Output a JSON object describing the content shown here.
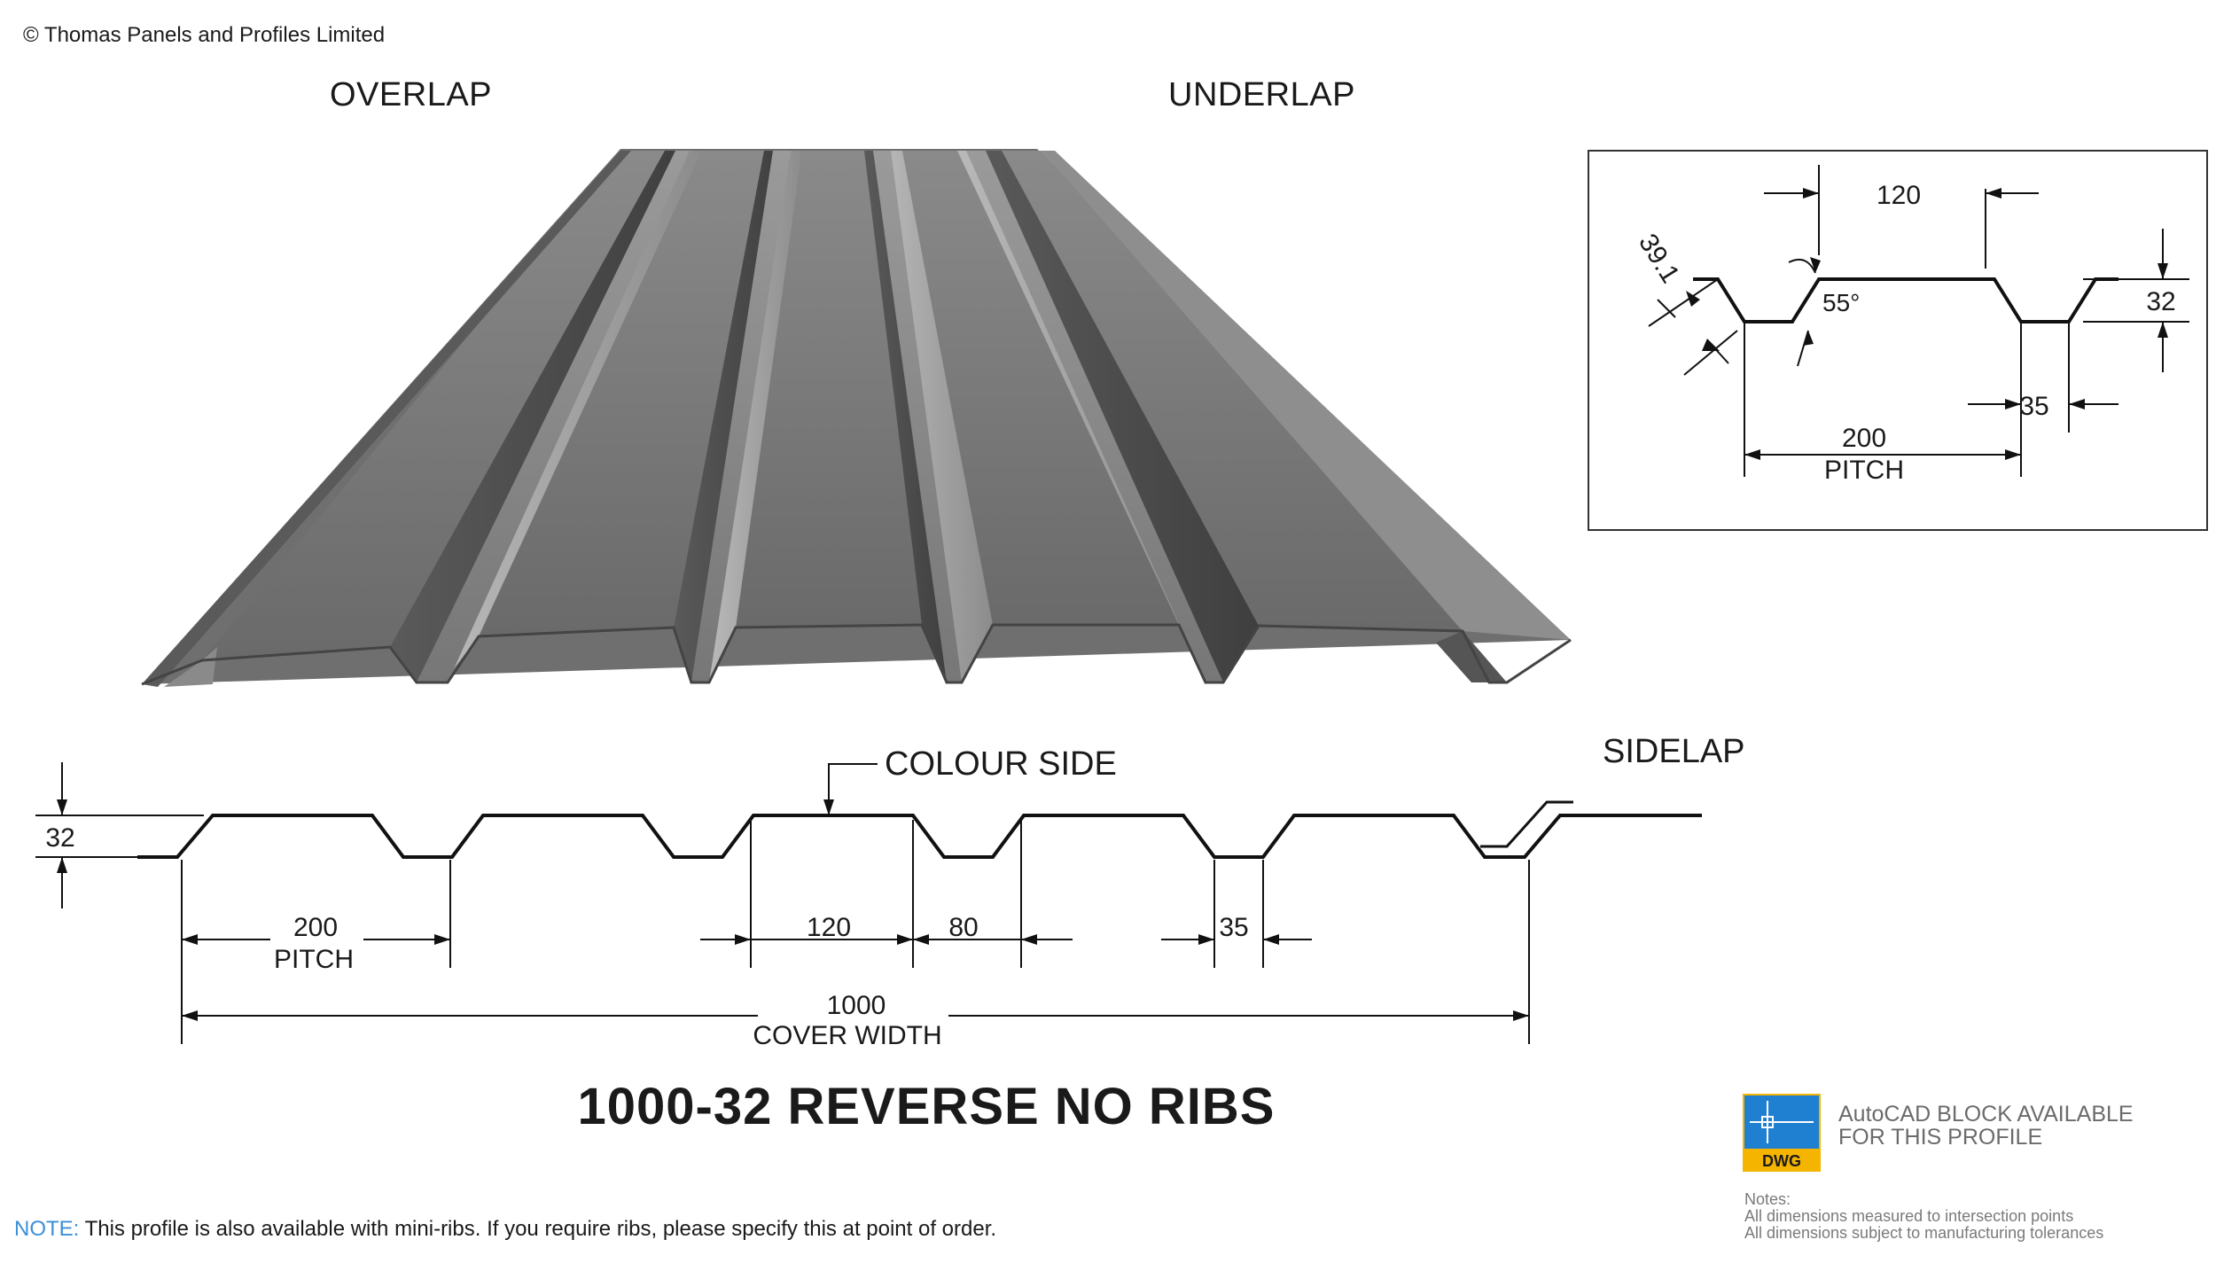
{
  "copyright": "© Thomas Panels and Profiles Limited",
  "labels": {
    "overlap": "OVERLAP",
    "underlap": "UNDERLAP",
    "colour_side": "COLOUR SIDE",
    "sidelap": "SIDELAP"
  },
  "section_dims": {
    "height": "32",
    "pitch_value": "200",
    "pitch_label": "PITCH",
    "crown_width": "120",
    "rib_width": "80",
    "trough_width": "35",
    "cover_value": "1000",
    "cover_label": "COVER WIDTH"
  },
  "detail_dims": {
    "slope_length": "39.1",
    "crown_width": "120",
    "angle": "55°",
    "height": "32",
    "trough_width": "35",
    "pitch_value": "200",
    "pitch_label": "PITCH"
  },
  "product_title": "1000-32 REVERSE NO RIBS",
  "dwg": {
    "badge": "DWG",
    "line1": "AutoCAD BLOCK AVAILABLE",
    "line2": "FOR THIS PROFILE"
  },
  "note": {
    "label": "NOTE:",
    "text": " This profile is also available with mini-ribs. If you require ribs, please specify this at point of order."
  },
  "footer_notes": {
    "title": "Notes:",
    "line1": "All dimensions measured to intersection points",
    "line2": "All dimensions subject to manufacturing tolerances"
  },
  "colors": {
    "panel": "#6e6e6e",
    "note_label": "#3d8fd6",
    "dwg_blue": "#1f7fd1",
    "dwg_yellow": "#f4b400"
  }
}
